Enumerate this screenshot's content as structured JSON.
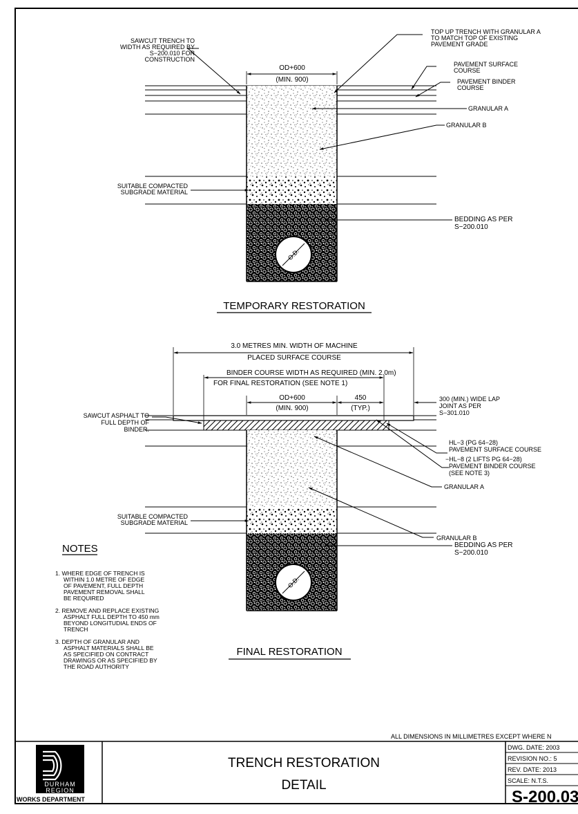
{
  "temporary": {
    "heading": "TEMPORARY RESTORATION",
    "dim_top": "OD+600",
    "dim_min": "(MIN. 900)",
    "pipe": "O.D.",
    "labels": {
      "sawcut": [
        "SAWCUT TRENCH TO",
        "WIDTH AS REQUIRED BY",
        "S−200.010 FOR",
        "CONSTRUCTION"
      ],
      "topup": [
        "TOP UP TRENCH WITH GRANULAR A",
        "TO MATCH TOP OF EXISTING",
        "PAVEMENT GRADE"
      ],
      "surface": [
        "PAVEMENT SURFACE",
        "COURSE"
      ],
      "binder": [
        "PAVEMENT BINDER",
        "COURSE"
      ],
      "granular_a": "GRANULAR A",
      "granular_b": "GRANULAR B",
      "subgrade": [
        "SUITABLE COMPACTED",
        "SUBGRADE MATERIAL"
      ],
      "bedding": [
        "BEDDING AS PER",
        "S−200.010"
      ]
    }
  },
  "final": {
    "heading": "FINAL RESTORATION",
    "width_machine": [
      "3.0 METRES MIN. WIDTH OF MACHINE",
      "PLACED SURFACE COURSE"
    ],
    "binder_width": [
      "BINDER COURSE WIDTH AS REQUIRED (MIN. 2.0m)",
      "FOR FINAL RESTORATION (SEE NOTE 1)"
    ],
    "dim_top": "OD+600",
    "dim_min": "(MIN. 900)",
    "dim_450": "450",
    "dim_typ": "(TYP.)",
    "pipe": "O.D.",
    "labels": {
      "lap": [
        "300 (MIN.) WIDE LAP",
        "JOINT AS PER",
        "S−301.010"
      ],
      "sawcut": [
        "SAWCUT ASPHALT TO",
        "FULL DEPTH OF",
        "BINDER."
      ],
      "hl3": [
        "HL−3 (PG 64−28)",
        "PAVEMENT SURFACE COURSE"
      ],
      "hl8": [
        "−HL−8 (2 LIFTS PG 64−28)",
        "PAVEMENT BINDER COURSE",
        "(SEE NOTE 3)"
      ],
      "granular_a": "GRANULAR A",
      "granular_b": "GRANULAR B",
      "subgrade": [
        "SUITABLE COMPACTED",
        "SUBGRADE MATERIAL"
      ],
      "bedding": [
        "BEDDING AS PER",
        "S−200.010"
      ]
    }
  },
  "notes": {
    "heading": "NOTES",
    "items": [
      [
        "1. WHERE EDGE OF TRENCH IS",
        "WITHIN 1.0 METRE OF EDGE",
        "OF PAVEMENT, FULL DEPTH",
        "PAVEMENT REMOVAL SHALL",
        "BE REQUIRED"
      ],
      [
        "2. REMOVE AND REPLACE EXISTING",
        "ASPHALT FULL DEPTH TO 450 mm",
        "BEYOND LONGITUDIAL ENDS OF",
        "TRENCH"
      ],
      [
        "3. DEPTH OF GRANULAR AND",
        "ASPHALT MATERIALS SHALL BE",
        "AS SPECIFIED ON CONTRACT",
        "DRAWINGS OR AS SPECIFIED BY",
        "THE ROAD AUTHORITY"
      ]
    ]
  },
  "dimensions_note": "ALL DIMENSIONS IN MILLIMETRES EXCEPT WHERE N",
  "title_block": {
    "logo": [
      "DURHAM",
      "REGION"
    ],
    "department": "WORKS DEPARTMENT",
    "title": "TRENCH RESTORATION",
    "subtitle": "DETAIL",
    "dwg_date": "DWG. DATE:  2003",
    "revision": "REVISION NO.:    5",
    "rev_date": "REV. DATE:  2013",
    "scale": "SCALE:  N.T.S.",
    "number": "S-200.03"
  }
}
